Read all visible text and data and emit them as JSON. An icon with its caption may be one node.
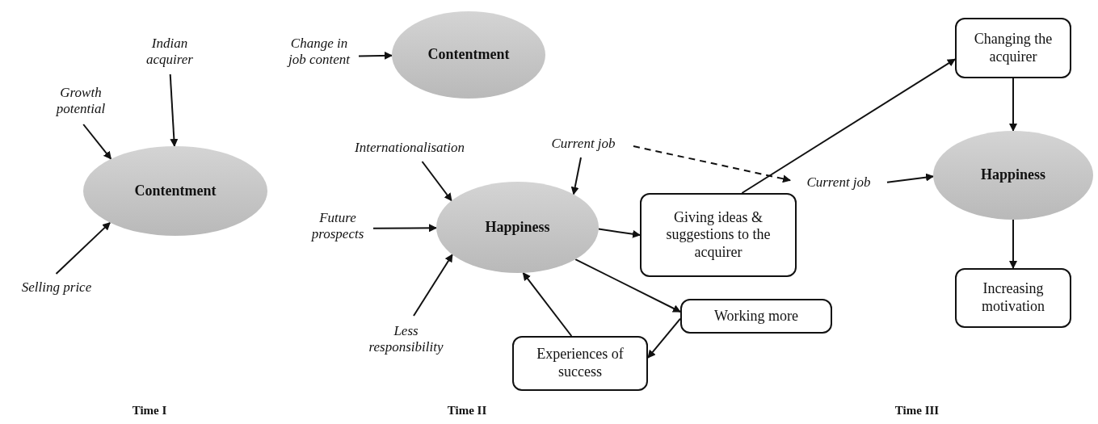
{
  "diagram": {
    "nodes": [
      {
        "text": [
          "Indian acquirer"
        ]
      },
      {
        "text": [
          "Growth potential"
        ]
      },
      {
        "text": [
          "Contentment"
        ]
      },
      {
        "text": [
          "Selling price"
        ]
      },
      {
        "text": [
          "Change in job content"
        ]
      },
      {
        "text": [
          "Contentment"
        ]
      },
      {
        "text": [
          "Internationalisation"
        ]
      },
      {
        "text": [
          "Current job"
        ]
      },
      {
        "text": [
          "Future prospects"
        ]
      },
      {
        "text": [
          "Happiness"
        ]
      },
      {
        "text": [
          "Less responsibility"
        ]
      },
      {
        "text": [
          "Giving ideas & suggestions to the acquirer"
        ]
      },
      {
        "text": [
          "Working more"
        ]
      },
      {
        "text": [
          "Experiences of success"
        ]
      },
      {
        "text": [
          "Current job"
        ]
      },
      {
        "text": [
          "Changing the acquirer"
        ]
      },
      {
        "text": [
          "Happiness"
        ]
      },
      {
        "text": [
          "Increasing motivation"
        ]
      }
    ],
    "edges": [
      {
        "from": 0,
        "to": 2,
        "arrow": "to"
      },
      {
        "from": 1,
        "to": 2,
        "arrow": "to"
      },
      {
        "from": 3,
        "to": 2,
        "arrow": "to"
      },
      {
        "from": 4,
        "to": 5,
        "arrow": "to"
      },
      {
        "from": 6,
        "to": 9,
        "arrow": "to"
      },
      {
        "from": 7,
        "to": 9,
        "arrow": "to"
      },
      {
        "from": 8,
        "to": 9,
        "arrow": "to"
      },
      {
        "from": 10,
        "to": 9,
        "arrow": "to"
      },
      {
        "from": 9,
        "to": 11,
        "arrow": "to"
      },
      {
        "from": 9,
        "to": 12,
        "arrow": "to"
      },
      {
        "from": 12,
        "to": 13,
        "arrow": "to"
      },
      {
        "from": 13,
        "to": 9,
        "arrow": "to"
      },
      {
        "from": 7,
        "to": 14,
        "arrow": "to",
        "style": "dashed"
      },
      {
        "from": 11,
        "to": 15,
        "arrow": "to"
      },
      {
        "from": 15,
        "to": 16,
        "arrow": "to"
      },
      {
        "from": 14,
        "to": 16,
        "arrow": "to"
      },
      {
        "from": 16,
        "to": 17,
        "arrow": "to"
      }
    ],
    "labels": [
      "Time I",
      "Time II",
      "Time III"
    ]
  }
}
